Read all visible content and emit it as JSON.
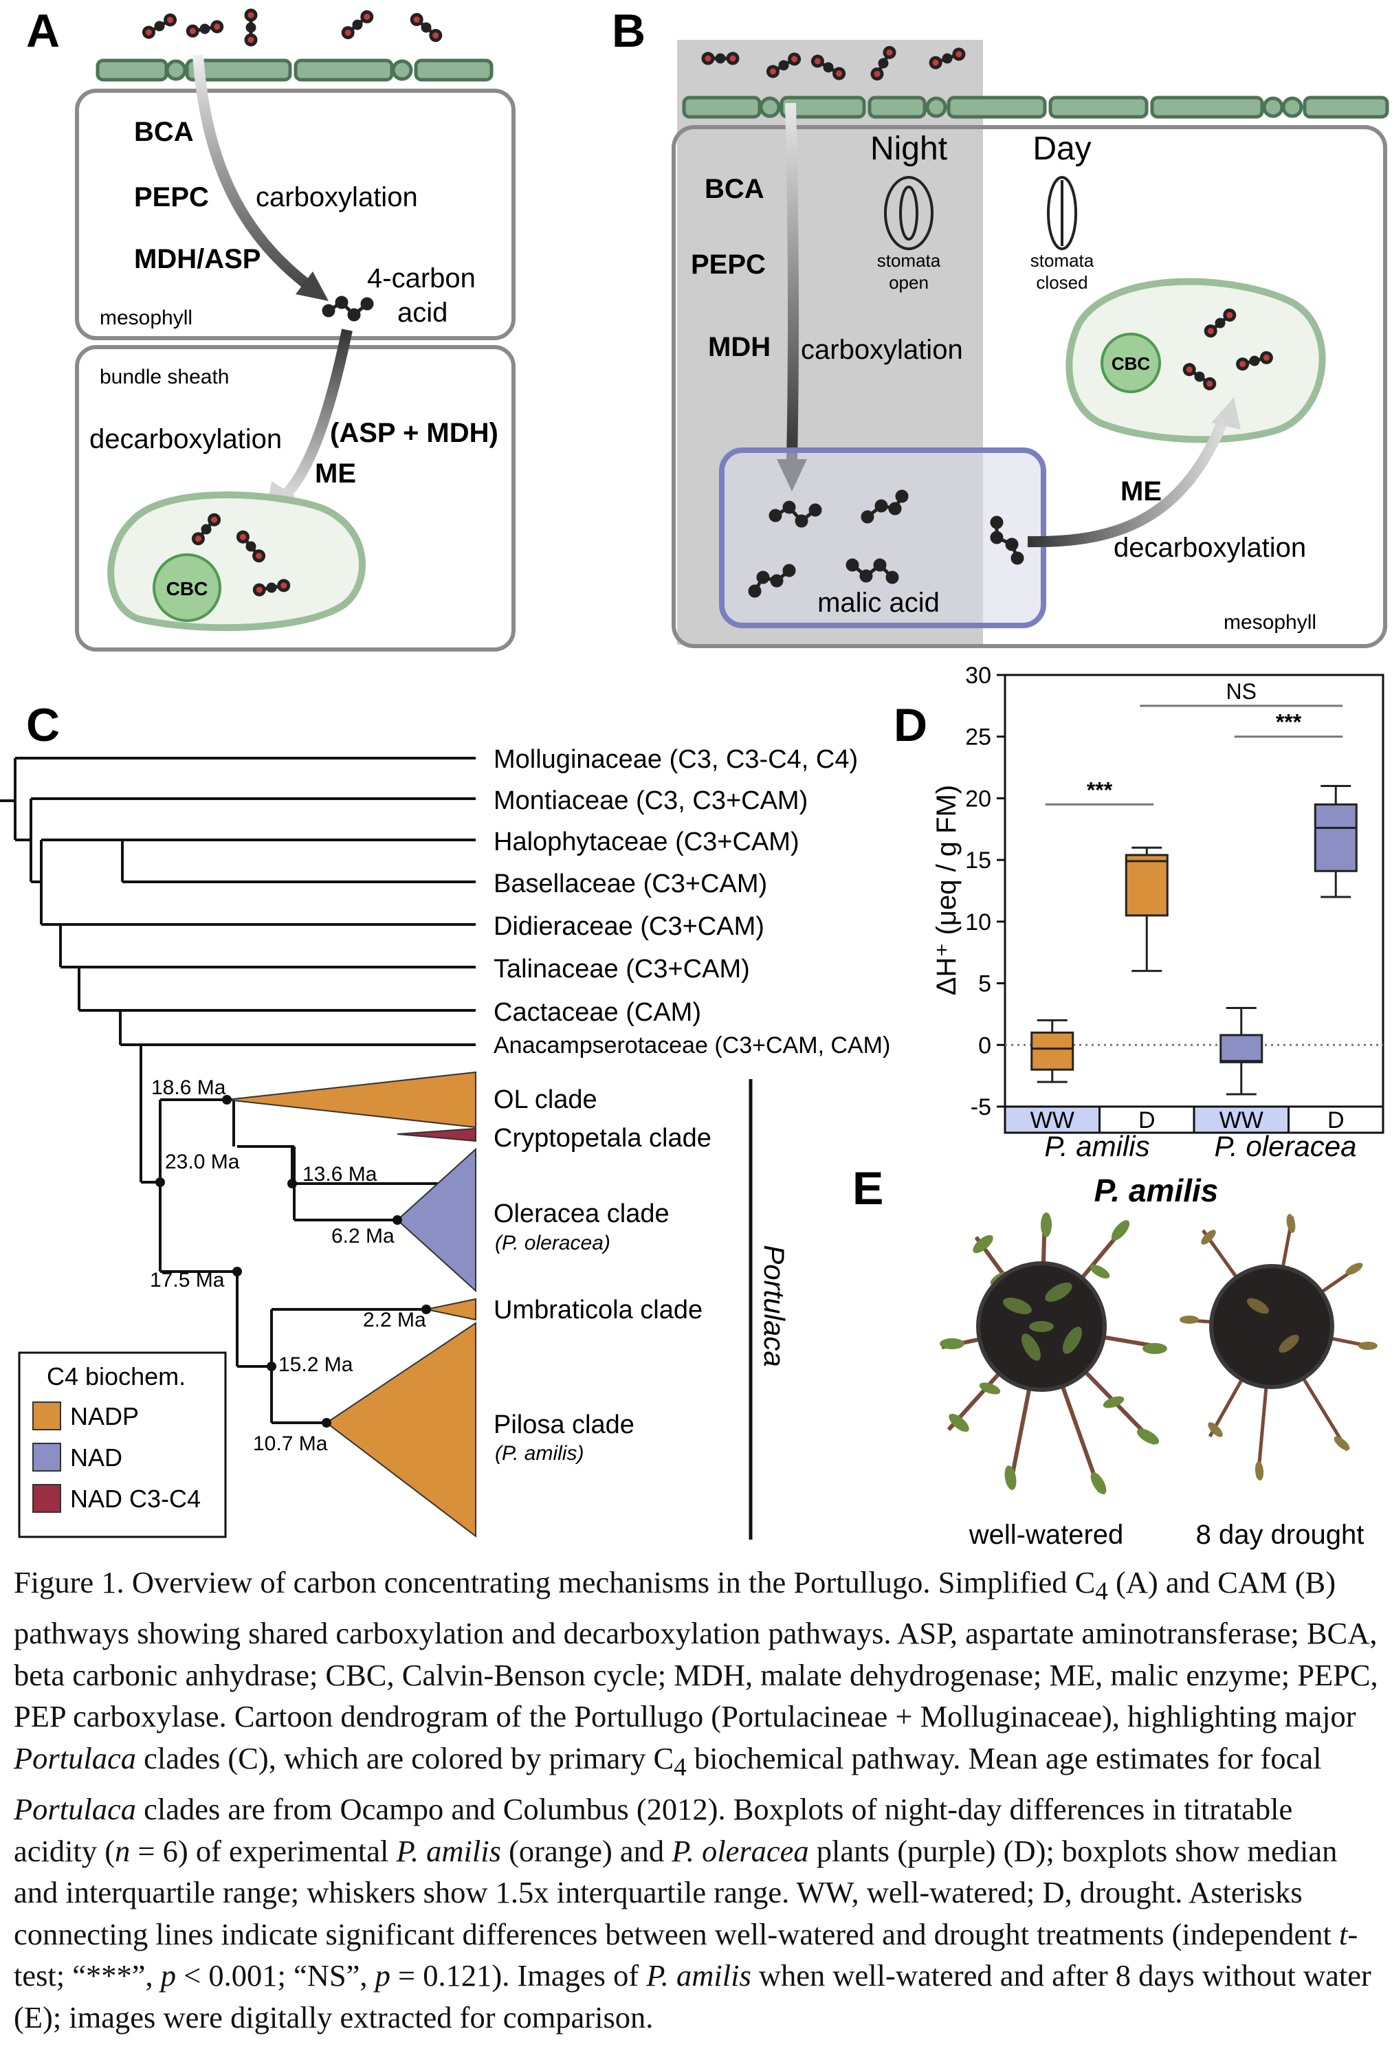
{
  "panel_labels": {
    "a": "A",
    "b": "B",
    "c": "C",
    "d": "D",
    "e": "E"
  },
  "colors": {
    "nadp": "#d9903a",
    "nad": "#8b8fc4",
    "nad_c3c4": "#9a2e42",
    "membrane": "#6f9a76",
    "chloroplast_fill": "#eef3ec",
    "chloroplast_edge": "#9bbd9a",
    "cbc_fill": "#9fce99",
    "night_shade": "#cdcdcd",
    "vacuole_fill": "#d9d9ea",
    "vacuole_edge": "#7a7fc0",
    "ww_band": "#c9d1f5"
  },
  "panel_a": {
    "enzymes": [
      "BCA",
      "PEPC",
      "MDH/ASP"
    ],
    "carboxylation": "carboxylation",
    "acid_line1": "4-carbon",
    "acid_line2": "acid",
    "mesophyll": "mesophyll",
    "bundle_sheath": "bundle sheath",
    "decarboxylation": "decarboxylation",
    "asp_mdh": "(ASP + MDH)",
    "me": "ME",
    "cbc": "CBC"
  },
  "panel_b": {
    "enzymes": [
      "BCA",
      "PEPC",
      "MDH"
    ],
    "carboxylation": "carboxylation",
    "night": "Night",
    "day": "Day",
    "stomata_open_1": "stomata",
    "stomata_open_2": "open",
    "stomata_closed_1": "stomata",
    "stomata_closed_2": "closed",
    "cbc": "CBC",
    "me": "ME",
    "decarboxylation": "decarboxylation",
    "malic_acid": "malic acid",
    "mesophyll": "mesophyll"
  },
  "panel_c": {
    "families": [
      {
        "name": "Molluginaceae",
        "detail": "(C3, C3-C4, C4)"
      },
      {
        "name": "Montiaceae",
        "detail": "(C3, C3+CAM)"
      },
      {
        "name": "Halophytaceae",
        "detail": "(C3+CAM)"
      },
      {
        "name": "Basellaceae",
        "detail": "(C3+CAM)"
      },
      {
        "name": "Didieraceae",
        "detail": "(C3+CAM)"
      },
      {
        "name": "Talinaceae",
        "detail": "(C3+CAM)"
      },
      {
        "name": "Cactaceae",
        "detail": "(CAM)"
      },
      {
        "name": "Anacampserotaceae",
        "detail": "(C3+CAM, CAM)"
      }
    ],
    "clades": [
      {
        "name": "OL clade",
        "species": "",
        "pathway": "NADP"
      },
      {
        "name": "Cryptopetala clade",
        "species": "",
        "pathway": "NAD C3-C4"
      },
      {
        "name": "Oleracea clade",
        "species": "(P. oleracea)",
        "pathway": "NAD"
      },
      {
        "name": "Umbraticola clade",
        "species": "",
        "pathway": "NADP"
      },
      {
        "name": "Pilosa clade",
        "species": "(P. amilis)",
        "pathway": "NADP"
      }
    ],
    "node_ages": [
      "18.6 Ma",
      "23.0 Ma",
      "13.6 Ma",
      "6.2 Ma",
      "17.5 Ma",
      "2.2 Ma",
      "15.2 Ma",
      "10.7 Ma"
    ],
    "genus": "Portulaca",
    "legend_title": "C4 biochem.",
    "legend_items": [
      "NADP",
      "NAD",
      "NAD C3-C4"
    ]
  },
  "chart_data": {
    "type": "box",
    "ylabel": "ΔH⁺ (μeq / g FM)",
    "ylim": [
      -5,
      30
    ],
    "yticks": [
      -5,
      0,
      5,
      10,
      15,
      20,
      25,
      30
    ],
    "categories": [
      "WW",
      "D",
      "WW",
      "D"
    ],
    "groups": [
      "P. amilis",
      "P. oleracea"
    ],
    "boxes": [
      {
        "species": "P. amilis",
        "treatment": "WW",
        "whisker_low": -3,
        "q1": -2,
        "median": -0.3,
        "q3": 1,
        "whisker_high": 2
      },
      {
        "species": "P. amilis",
        "treatment": "D",
        "whisker_low": 6,
        "q1": 10.5,
        "median": 14.9,
        "q3": 15.4,
        "whisker_high": 16
      },
      {
        "species": "P. oleracea",
        "treatment": "WW",
        "whisker_low": -4,
        "q1": -1.4,
        "median": -1.3,
        "q3": 0.8,
        "whisker_high": 3
      },
      {
        "species": "P. oleracea",
        "treatment": "D",
        "whisker_low": 12,
        "q1": 14.1,
        "median": 17.6,
        "q3": 19.5,
        "whisker_high": 21
      }
    ],
    "reference_line": 0,
    "significance": [
      {
        "label": "***",
        "between": "P. amilis WW – P. amilis D"
      },
      {
        "label": "***",
        "between": "P. oleracea WW – P. oleracea D"
      },
      {
        "label": "NS",
        "between": "P. amilis D – P. oleracea D"
      }
    ]
  },
  "panel_e": {
    "title": "P. amilis",
    "left_label": "well-watered",
    "right_label": "8 day drought"
  },
  "caption": {
    "figure": "Figure 1.",
    "s1": "Overview of carbon concentrating mechanisms in the Portullugo. Simplified C",
    "s1_sub": "4",
    "s2": " (A) and CAM (B) pathways showing shared carboxylation and decarboxylation pathways. ASP, aspartate aminotransferase; BCA, beta carbonic anhydrase; CBC, Calvin-Benson cycle; MDH, malate dehydrogenase; ME, malic enzyme; PEPC, PEP carboxylase. Cartoon dendrogram of the Portullugo (Portulacineae + Molluginaceae), highlighting major ",
    "genus_1": "Portulaca",
    "s3": " clades (C), which are colored by primary C",
    "s3_sub": "4",
    "s4": " biochemical pathway. Mean age estimates for focal ",
    "genus_2": "Portulaca",
    "s5": " clades are from Ocampo and Columbus (2012). Boxplots of night-day differences in titratable acidity (",
    "n": "n",
    "s6": " = 6) of experimental ",
    "sp1": "P. amilis",
    "s7": " (orange) and ",
    "sp2": "P. oleracea",
    "s8": " plants (purple) (D); boxplots show median and interquartile range; whiskers show 1.5x interquartile range. WW, well-watered; D, drought. Asterisks connecting lines indicate significant differences between well-watered and drought treatments (independent ",
    "t": "t",
    "s9": "-test; “***”, ",
    "p1": "p",
    "s10": " < 0.001; “NS”, ",
    "p2": "p",
    "s11": " = 0.121). Images of ",
    "sp3": "P. amilis",
    "s12": " when well-watered and after 8 days without water (E); images were digitally extracted for comparison."
  }
}
